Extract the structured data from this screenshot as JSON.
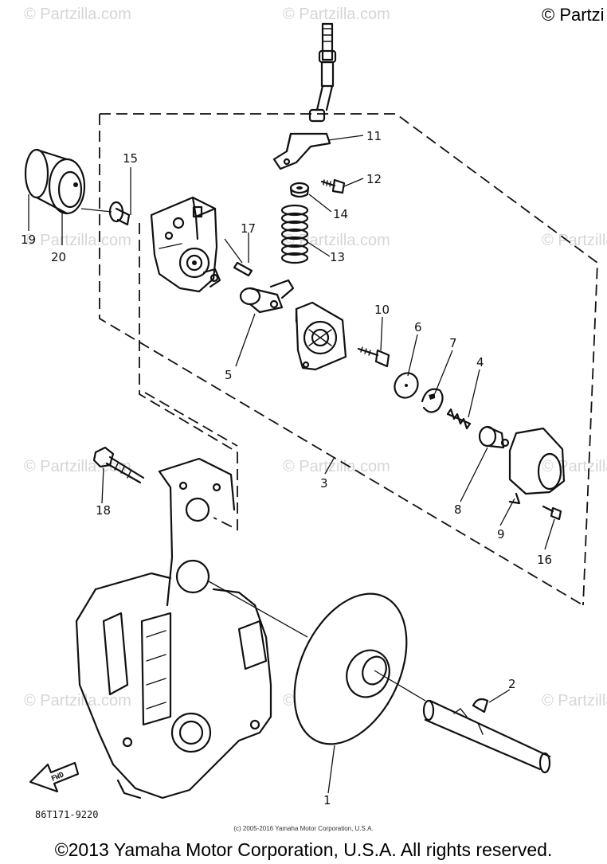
{
  "watermark": "© Partzilla.com",
  "corner_mark": "© Partzi",
  "diagram_code": "86T171-9220",
  "fwd_label": "FWD",
  "small_copyright": "(c) 2005-2016 Yamaha Motor Corporation, U.S.A.",
  "footer_copyright": "©2013 Yamaha Motor Corporation, U.S.A. All rights reserved.",
  "callouts": {
    "c1": "1",
    "c2": "2",
    "c3": "3",
    "c4": "4",
    "c5": "5",
    "c6": "6",
    "c7": "7",
    "c8": "8",
    "c9": "9",
    "c10": "10",
    "c11": "11",
    "c12": "12",
    "c13": "13",
    "c14": "14",
    "c15": "15",
    "c16": "16",
    "c17": "17",
    "c18": "18",
    "c19": "19",
    "c20": "20"
  }
}
